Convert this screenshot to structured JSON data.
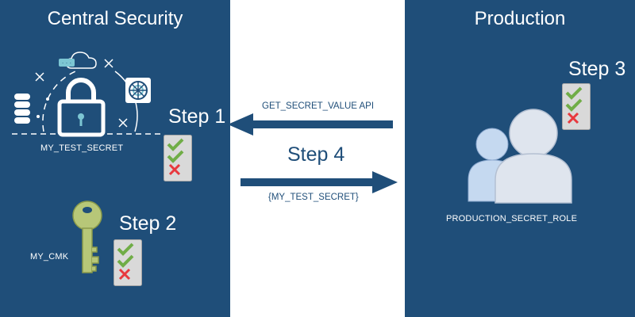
{
  "left_panel": {
    "title": "Central Security",
    "secret_label": "MY_TEST_SECRET",
    "cmk_label": "MY_CMK",
    "step1": "Step 1",
    "step2": "Step 2"
  },
  "right_panel": {
    "title": "Production",
    "role_label": "PRODUCTION_SECRET_ROLE",
    "step3": "Step 3"
  },
  "middle": {
    "request_label": "GET_SECRET_VALUE API",
    "step4": "Step 4",
    "response_label": "{MY_TEST_SECRET}"
  },
  "colors": {
    "panel": "#1f4e79",
    "check": "#70ad47",
    "cross": "#e8383d",
    "key": "#b7c778",
    "person_front": "#dfe5ee",
    "person_back": "#c5d9f0"
  },
  "icons": [
    "cloud-icon",
    "database-icon",
    "padlock-icon",
    "vault-icon",
    "key-icon",
    "checklist-icon",
    "users-icon",
    "arrow-left-icon",
    "arrow-right-icon"
  ]
}
